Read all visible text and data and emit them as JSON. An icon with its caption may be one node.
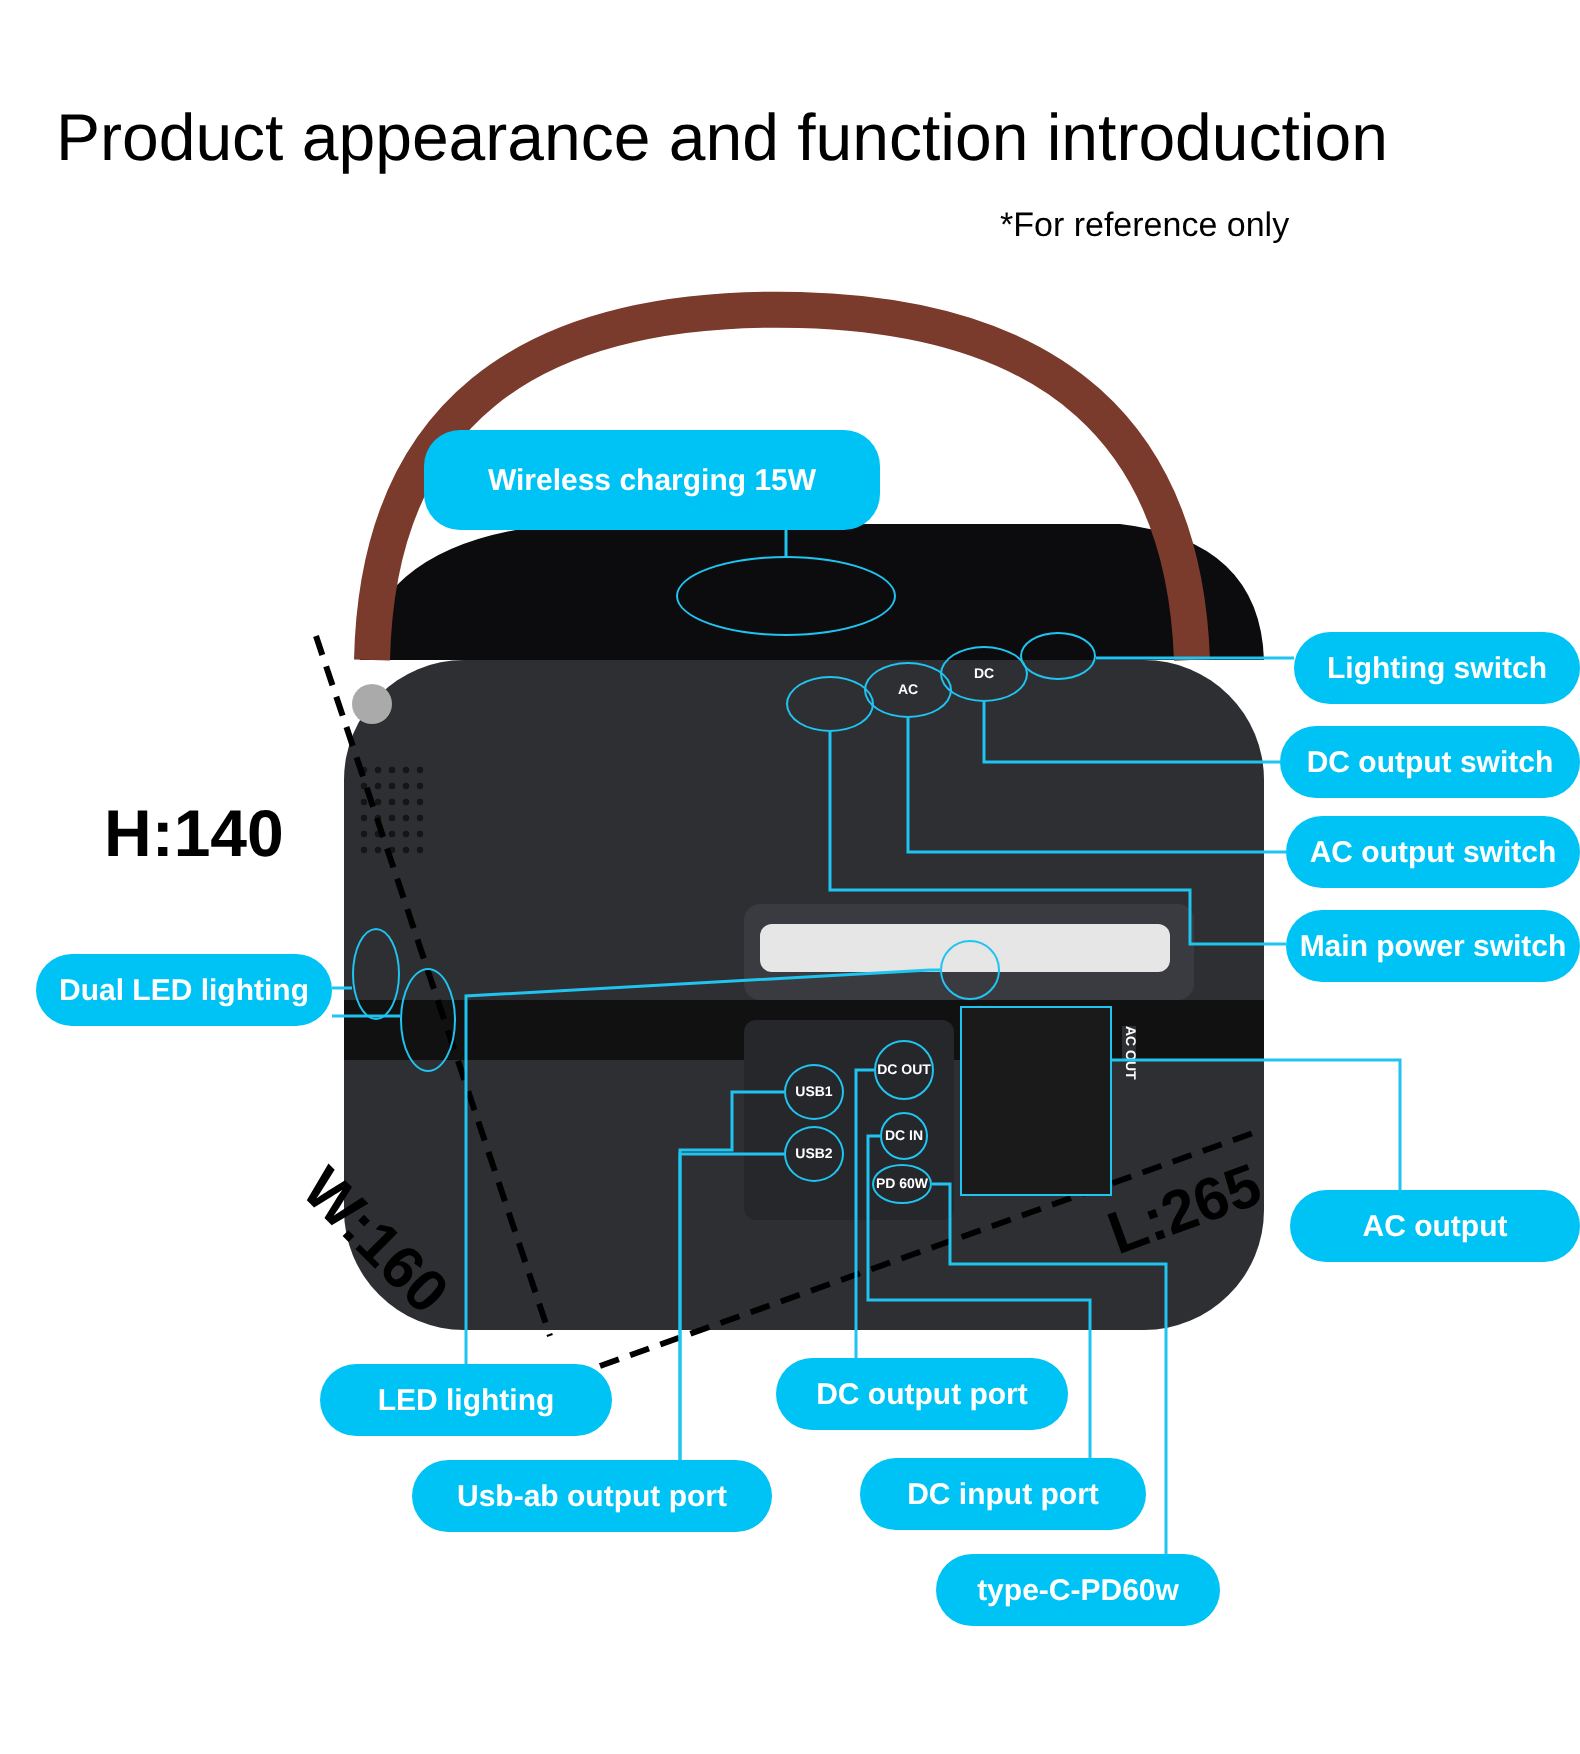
{
  "diagram": {
    "title": "Product appearance and function introduction",
    "nodes": [
      {
        "text": [
          "Wireless charging 15W"
        ]
      },
      {
        "text": [],
        "shape": "circle"
      },
      {
        "text": [
          "Lighting switch"
        ]
      },
      {
        "text": [],
        "shape": "circle"
      },
      {
        "text": [
          "DC output switch"
        ]
      },
      {
        "text": [
          "DC"
        ]
      },
      {
        "text": [
          "AC output switch"
        ]
      },
      {
        "text": [
          "AC"
        ]
      },
      {
        "text": [
          "Main power switch"
        ]
      },
      {
        "text": [],
        "shape": "circle"
      },
      {
        "text": [
          "Dual LED lighting"
        ]
      },
      {
        "text": [],
        "shape": "circle"
      },
      {
        "text": [],
        "shape": "circle"
      },
      {
        "text": [],
        "shape": "circle"
      },
      {
        "text": [],
        "shape": "box",
        "beside": [
          "AC OUT"
        ]
      },
      {
        "text": [
          "AC output"
        ]
      },
      {
        "text": [
          "USB1"
        ]
      },
      {
        "text": [
          "USB2"
        ]
      },
      {
        "text": [
          "DC OUT"
        ]
      },
      {
        "text": [
          "DC IN"
        ]
      },
      {
        "text": [
          "PD 60W"
        ]
      },
      {
        "text": [
          "LED lighting"
        ]
      },
      {
        "text": [
          "DC output port"
        ]
      },
      {
        "text": [
          "Usb-ab output port"
        ]
      },
      {
        "text": [
          "DC input port"
        ]
      },
      {
        "text": [
          "type-C-PD60w"
        ]
      }
    ],
    "edges": [
      {
        "from": 0,
        "to": 1,
        "arrow": "none"
      },
      {
        "from": 2,
        "to": 3,
        "arrow": "none"
      },
      {
        "from": 4,
        "to": 5,
        "arrow": "none"
      },
      {
        "from": 6,
        "to": 7,
        "arrow": "none"
      },
      {
        "from": 8,
        "to": 9,
        "arrow": "none"
      },
      {
        "from": 10,
        "to": 11,
        "arrow": "none"
      },
      {
        "from": 10,
        "to": 12,
        "arrow": "none"
      },
      {
        "from": 15,
        "to": 14,
        "arrow": "none"
      },
      {
        "from": 21,
        "to": 13,
        "arrow": "none"
      },
      {
        "from": 23,
        "to": 16,
        "arrow": "none"
      },
      {
        "from": 23,
        "to": 17,
        "arrow": "none"
      },
      {
        "from": 22,
        "to": 18,
        "arrow": "none"
      },
      {
        "from": 24,
        "to": 19,
        "arrow": "none"
      },
      {
        "from": 25,
        "to": 20,
        "arrow": "none"
      }
    ],
    "labels": [
      "*For reference only",
      "H:140",
      "W:160",
      "L:265"
    ]
  }
}
